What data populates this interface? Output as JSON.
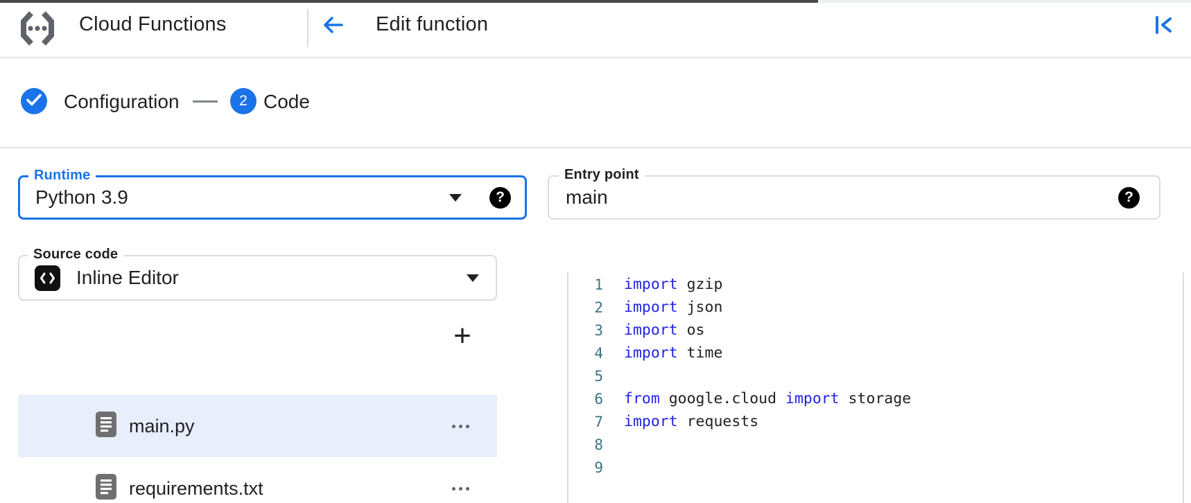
{
  "colors": {
    "accent_blue": "#1a73e8",
    "text_primary": "#202124",
    "border_gray": "#dadce0",
    "selected_row_bg": "#e8eefb",
    "keyword_blue": "#2222e8",
    "line_number_teal": "#3f7184",
    "logo_gray": "#5f6368"
  },
  "header": {
    "app_title": "Cloud Functions",
    "page_title": "Edit function",
    "logo_icon": "cloud-functions-logo",
    "back_icon": "arrow-back",
    "collapse_icon": "collapse-panel-left"
  },
  "stepper": {
    "steps": [
      {
        "label": "Configuration",
        "state": "complete",
        "icon": "check"
      },
      {
        "label": "Code",
        "state": "current",
        "number": "2"
      }
    ]
  },
  "form": {
    "runtime": {
      "label": "Runtime",
      "value": "Python 3.9",
      "focused": true,
      "help_glyph": "?"
    },
    "entry_point": {
      "label": "Entry point",
      "value": "main",
      "help_glyph": "?"
    },
    "source_code": {
      "label": "Source code",
      "value": "Inline Editor",
      "icon": "code-brackets"
    }
  },
  "file_panel": {
    "add_button_glyph": "+",
    "files": [
      {
        "name": "main.py",
        "selected": true
      },
      {
        "name": "requirements.txt",
        "selected": false
      }
    ]
  },
  "editor": {
    "language": "python",
    "lines": [
      {
        "num": "1",
        "tokens": [
          {
            "type": "kw",
            "text": "import"
          },
          {
            "type": "plain",
            "text": " gzip"
          }
        ]
      },
      {
        "num": "2",
        "tokens": [
          {
            "type": "kw",
            "text": "import"
          },
          {
            "type": "plain",
            "text": " json"
          }
        ]
      },
      {
        "num": "3",
        "tokens": [
          {
            "type": "kw",
            "text": "import"
          },
          {
            "type": "plain",
            "text": " os"
          }
        ]
      },
      {
        "num": "4",
        "tokens": [
          {
            "type": "kw",
            "text": "import"
          },
          {
            "type": "plain",
            "text": " time"
          }
        ]
      },
      {
        "num": "5",
        "tokens": []
      },
      {
        "num": "6",
        "tokens": [
          {
            "type": "kw",
            "text": "from"
          },
          {
            "type": "plain",
            "text": " google.cloud "
          },
          {
            "type": "kw",
            "text": "import"
          },
          {
            "type": "plain",
            "text": " storage"
          }
        ]
      },
      {
        "num": "7",
        "tokens": [
          {
            "type": "kw",
            "text": "import"
          },
          {
            "type": "plain",
            "text": " requests"
          }
        ]
      },
      {
        "num": "8",
        "tokens": []
      },
      {
        "num": "9",
        "tokens": []
      }
    ]
  }
}
